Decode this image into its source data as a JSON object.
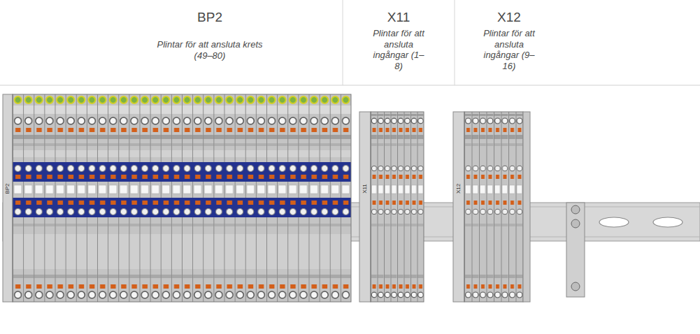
{
  "diagram": {
    "labels": [
      "BP2",
      "Plintar för att ansluta krets (49–80)",
      "X11",
      "Plintar för att ansluta ingångar (1–8)",
      "X12",
      "Plintar för att ansluta ingångar (9–16)",
      "BP2",
      "X11",
      "X12"
    ]
  }
}
